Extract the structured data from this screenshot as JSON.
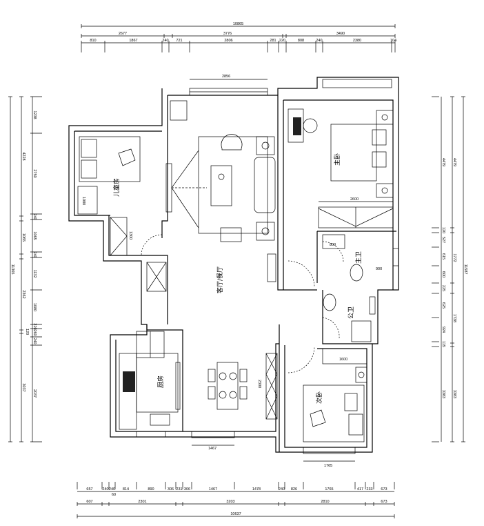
{
  "drawing": {
    "rooms": {
      "living_dining": "客厅/餐厅",
      "kid_bedroom": "儿童房",
      "master_bedroom": "主卧",
      "second_bedroom": "次卧",
      "kitchen": "厨房",
      "master_bath": "主卫",
      "public_bath": "公卫"
    },
    "inner_dims": {
      "living_window": "2856",
      "master_wardrobe": "2600",
      "basin": "800",
      "bath_counter": "900",
      "second_cabinet": "1600",
      "second_window": "1765",
      "dining_window": "1467",
      "kid_desk": "1080",
      "kid_wardrobe": "1300",
      "dining_cabinet": "2300"
    },
    "top_dims": {
      "total": "10865",
      "mid": [
        "2677",
        "3776",
        "3490"
      ],
      "inner": [
        "810",
        "1867",
        "240",
        "721",
        "2806",
        "281",
        "220",
        "808",
        "240",
        "2380",
        "104"
      ]
    },
    "bottom_dims": {
      "inner": [
        "657",
        "240",
        "240",
        "814",
        "890",
        "306",
        "231",
        "306",
        "1467",
        "1478",
        "240",
        "826",
        "1765",
        "417",
        "233",
        "673"
      ],
      "note": "60",
      "mid": [
        "607",
        "2301",
        "3203",
        "2810",
        "673"
      ],
      "total": "10637"
    },
    "left_dims": {
      "total": "11365",
      "mid": [
        "4228",
        "1065",
        "2362",
        "3037"
      ],
      "inner": [
        "1238",
        "2750",
        "240",
        "1065",
        "240",
        "1132",
        "1080",
        "220",
        "260",
        "240",
        "2037"
      ],
      "note": "120"
    },
    "right_dims": {
      "total": "11587",
      "mid": [
        "4479",
        "1772",
        "1738",
        "3383"
      ],
      "inner": [
        "4479",
        "120",
        "527",
        "615",
        "600",
        "225",
        "625",
        "924",
        "115",
        "3383"
      ]
    }
  }
}
